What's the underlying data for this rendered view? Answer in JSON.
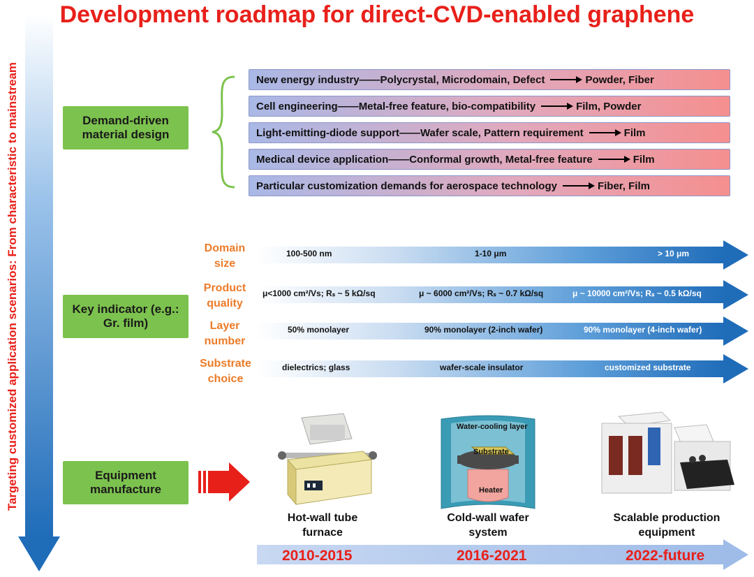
{
  "title": "Development roadmap for direct-CVD-enabled graphene",
  "side_label": "Targeting customized application scenarios: From characteristic to mainstream",
  "sections": {
    "demand": "Demand-driven material design",
    "indicator": "Key indicator (e.g.: Gr. film)",
    "equipment": "Equipment manufacture"
  },
  "demands": [
    {
      "text": "New energy industry——Polycrystal, Microdomain, Defect",
      "result": "Powder, Fiber"
    },
    {
      "text": "Cell engineering——Metal-free feature, bio-compatibility",
      "result": "Film, Powder"
    },
    {
      "text": "Light-emitting-diode support——Wafer scale, Pattern requirement",
      "result": "Film"
    },
    {
      "text": "Medical device application——Conformal growth, Metal-free feature",
      "result": "Film"
    },
    {
      "text": "Particular customization demands for aerospace technology",
      "result": "Fiber, Film"
    }
  ],
  "indicators": [
    {
      "label": "Domain size",
      "values": [
        "100-500 nm",
        "1-10 μm",
        "> 10 μm"
      ]
    },
    {
      "label": "Product quality",
      "values": [
        "μ<1000 cm²/Vs; Rₛ ~ 5 kΩ/sq",
        "μ ~ 6000 cm²/Vs; Rₛ ~ 0.7 kΩ/sq",
        "μ ~ 10000 cm²/Vs; Rₛ ~ 0.5 kΩ/sq"
      ]
    },
    {
      "label": "Layer number",
      "values": [
        "50% monolayer",
        "90% monolayer (2-inch wafer)",
        "90% monolayer (4-inch wafer)"
      ]
    },
    {
      "label": "Substrate choice",
      "values": [
        "dielectrics; glass",
        "wafer-scale insulator",
        "customized substrate"
      ]
    }
  ],
  "equipment": [
    {
      "caption": "Hot-wall tube furnace",
      "period": "2010-2015"
    },
    {
      "caption": "Cold-wall wafer system",
      "period": "2016-2021"
    },
    {
      "caption": "Scalable production equipment",
      "period": "2022-future"
    }
  ],
  "cold_wall_labels": {
    "layer": "Water-cooling layer",
    "substrate": "Substrate",
    "heater": "Heater"
  },
  "colors": {
    "title": "#e8201a",
    "green": "#7cc24e",
    "orange": "#ec7b28",
    "blue": "#1f6cb9"
  }
}
